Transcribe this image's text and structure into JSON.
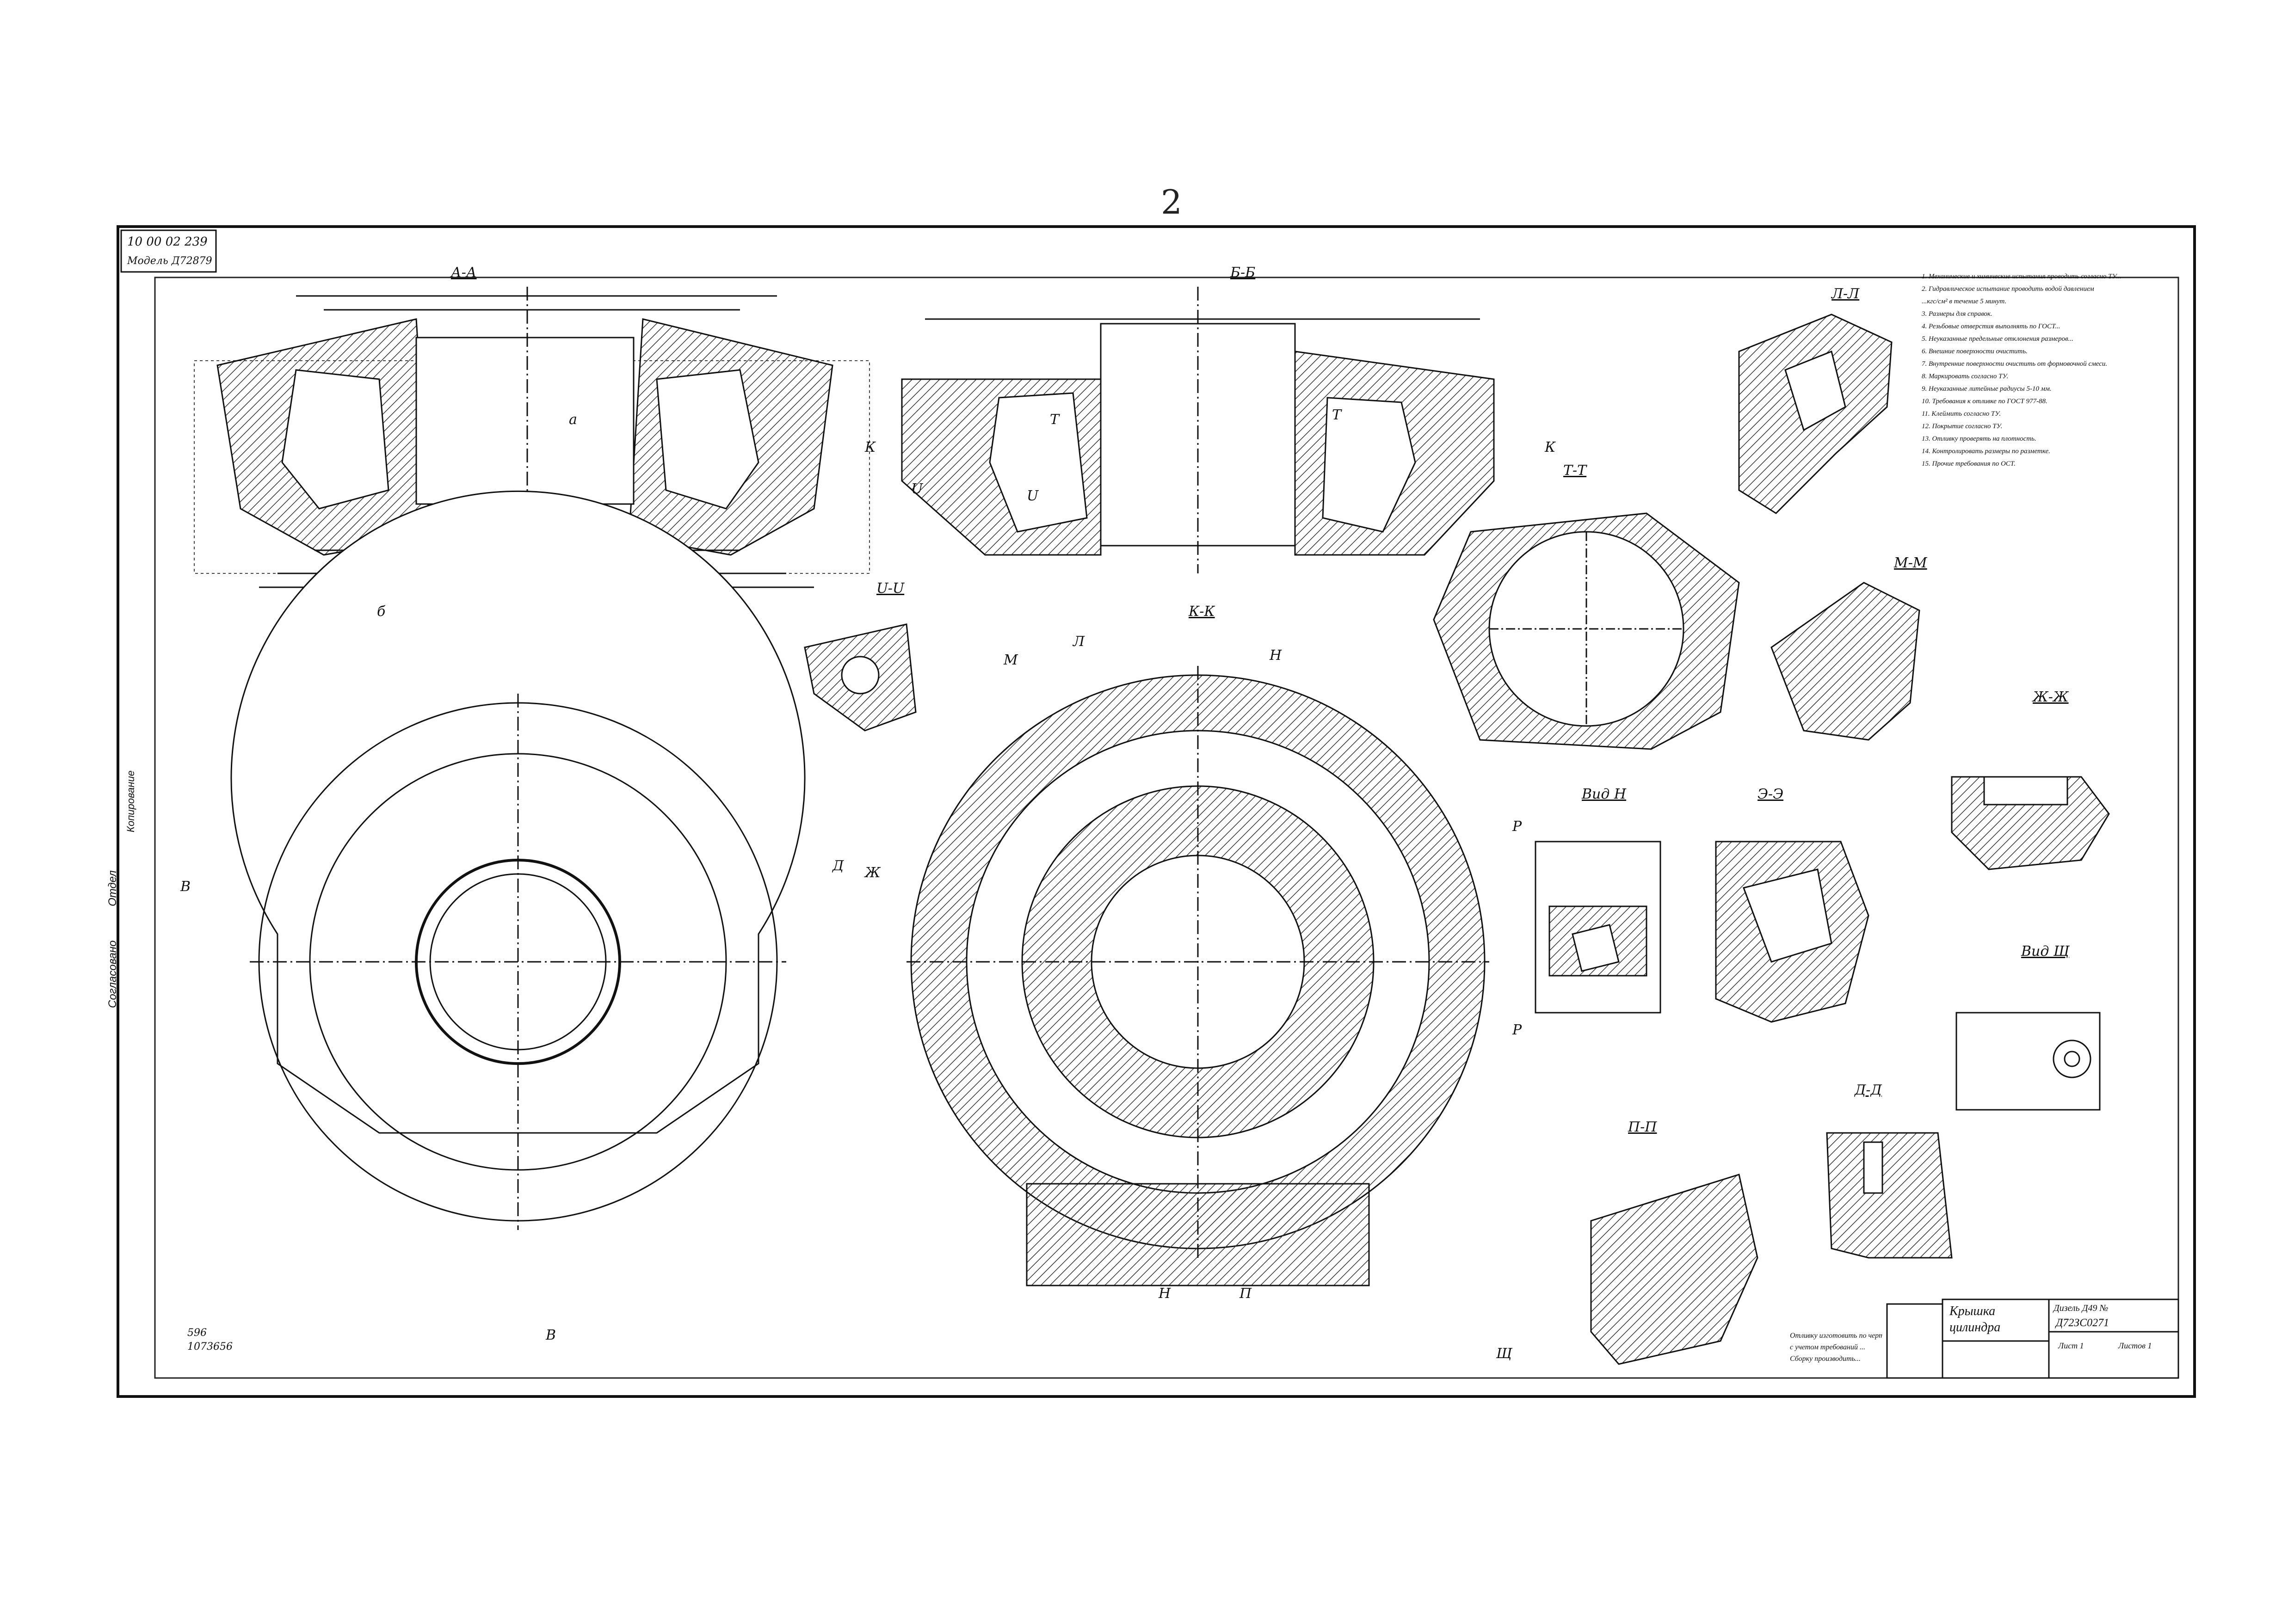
{
  "sheet": {
    "page_number": "2",
    "corner_stamp": "10 00 02 239",
    "model": "Модель Д72879"
  },
  "views": [
    {
      "key": "aa",
      "label": "А-А"
    },
    {
      "key": "bb",
      "label": "Б-Б"
    },
    {
      "key": "tt",
      "label": "Т-Т"
    },
    {
      "key": "ll",
      "label": "Л-Л"
    },
    {
      "key": "mm",
      "label": "М-М"
    },
    {
      "key": "uu",
      "label": "U-U"
    },
    {
      "key": "kk",
      "label": "К-К"
    },
    {
      "key": "zhzh",
      "label": "Ж-Ж"
    },
    {
      "key": "vidn",
      "label": "Вид Н"
    },
    {
      "key": "ee",
      "label": "Э-Э"
    },
    {
      "key": "vidsh",
      "label": "Вид Щ"
    },
    {
      "key": "pp",
      "label": "П-П"
    },
    {
      "key": "dd",
      "label": "Д-Д"
    }
  ],
  "callouts": {
    "a": "а",
    "b": "б",
    "k_left": "К",
    "k_right": "К",
    "n_top": "Н",
    "n_bot": "Н",
    "p_bot": "П",
    "v_left": "В",
    "v_bot": "В",
    "d_right": "Д",
    "zh_right": "Ж",
    "r_top": "Р",
    "r_bot": "Р",
    "sh_bot": "Щ",
    "m_label": "М",
    "l_label": "Л",
    "u_left": "U",
    "u_right": "U",
    "t_left": "Т",
    "t_right": "Т"
  },
  "notes": [
    "1. Механические и химические испытания проводить согласно ТУ...",
    "2. Гидравлическое испытание проводить водой давлением",
    "   ...кгс/см² в течение 5 минут.",
    "3. Размеры для справок.",
    "4. Резьбовые отверстия выполнять по ГОСТ...",
    "5. Неуказанные предельные отклонения размеров...",
    "6. Внешние поверхности очистить.",
    "7. Внутренние поверхности очистить от формовочной смеси.",
    "8. Маркировать согласно ТУ.",
    "9. Неуказанные литейные радиусы 5-10 мм.",
    "10. Требования к отливке по ГОСТ 977-88.",
    "11. Клеймить согласно ТУ.",
    "12. Покрытие согласно ТУ.",
    "13. Отливку проверять на плотность.",
    "14. Контролировать размеры по разметке.",
    "15. Прочие требования по ОСТ."
  ],
  "side_stamp": {
    "agreed": "Согласовано",
    "date_word": "Отдел",
    "left_vertical": "Копирование"
  },
  "bottom_left": {
    "code_a": "596",
    "code_b": "1073656"
  },
  "title_block": {
    "name_line1": "Крышка",
    "name_line2": "цилиндра",
    "designation": "Д72ЗС0271",
    "material": "Дизель Д49 №",
    "mass": "",
    "sheet": "Лист 1",
    "sheets": "Листов 1"
  },
  "notes_bottom": [
    "Отливку изготовить по чертежу",
    "с учетом требований ...",
    "Сборку производить..."
  ]
}
